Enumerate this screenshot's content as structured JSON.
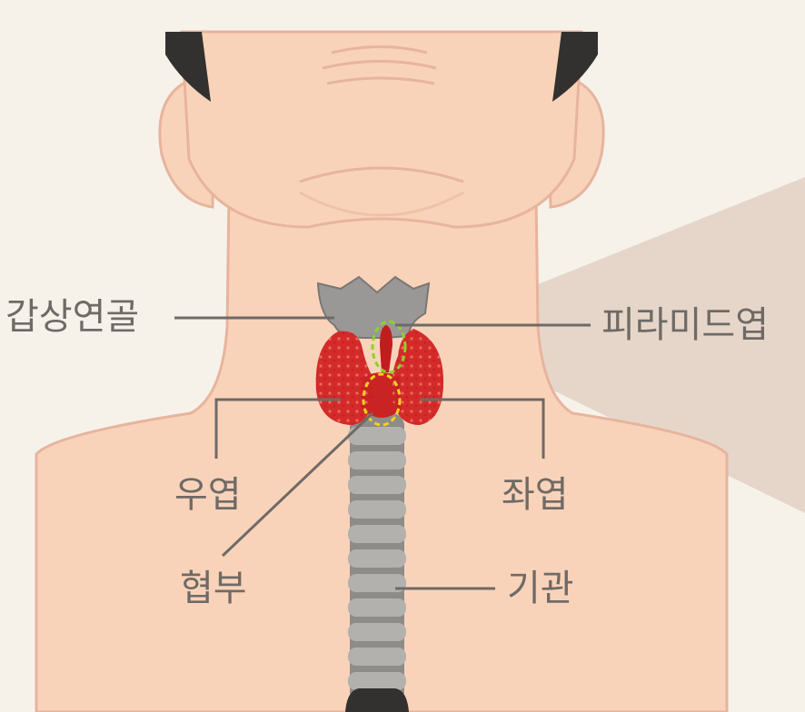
{
  "labels": {
    "thyroid_cartilage": "갑상연골",
    "pyramidal_lobe": "피라미드엽",
    "right_lobe": "우엽",
    "left_lobe": "좌엽",
    "isthmus": "협부",
    "trachea": "기관"
  },
  "colors": {
    "background": "#f6f2ea",
    "skin": "#f9d3b9",
    "skin_outline": "#e7b49d",
    "hair": "#333130",
    "thyroid": "#d42a2a",
    "cartilage": "#9a9896",
    "trachea": "#8e8c8a",
    "leader_line": "#6f6a66",
    "label_text": "#6f6a66",
    "pyramidal_highlight": "#8ed12a",
    "isthmus_highlight": "#f2d21b"
  }
}
